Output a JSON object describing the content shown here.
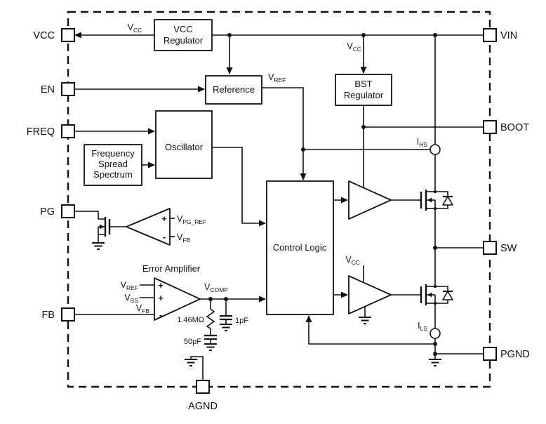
{
  "pins": {
    "vcc": "VCC",
    "en": "EN",
    "freq": "FREQ",
    "pg": "PG",
    "fb": "FB",
    "vin": "VIN",
    "boot": "BOOT",
    "sw": "SW",
    "pgnd": "PGND",
    "agnd": "AGND"
  },
  "blocks": {
    "vcc_regulator": {
      "line1": "VCC",
      "line2": "Regulator"
    },
    "reference": {
      "label": "Reference"
    },
    "bst_regulator": {
      "line1": "BST",
      "line2": "Regulator"
    },
    "oscillator": {
      "label": "Oscillator"
    },
    "frequency_spread_spectrum": {
      "line1": "Frequency",
      "line2": "Spread",
      "line3": "Spectrum"
    },
    "control_logic": {
      "label": "Control Logic"
    },
    "error_amplifier": {
      "label": "Error Amplifier"
    }
  },
  "signals": {
    "v": "V",
    "i": "I",
    "sub_cc": "CC",
    "sub_ref": "REF",
    "sub_ss": "SS",
    "sub_fb": "FB",
    "sub_pg_ref": "PG_REF",
    "sub_comp": "COMP",
    "sub_hs": "HS",
    "sub_ls": "LS"
  },
  "components": {
    "comp_resistor": "1.46MΩ",
    "comp_capacitor": "50pF",
    "ff_capacitor": "1pF"
  },
  "amp_signs": {
    "plus": "+",
    "minus": "-"
  },
  "colors": {
    "line": "#111111",
    "background": "#ffffff"
  }
}
